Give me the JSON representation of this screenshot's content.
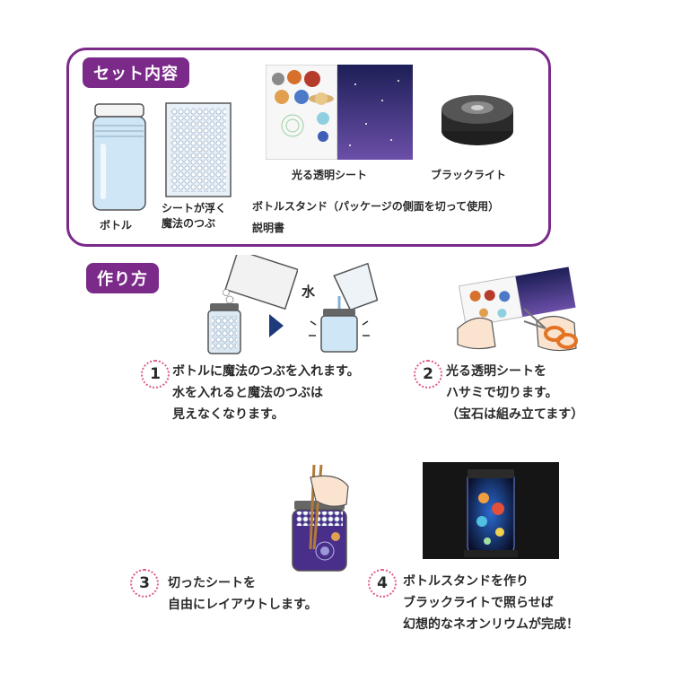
{
  "set_contents": {
    "title": "セット内容",
    "bottle": "ボトル",
    "beads_line1": "シートが浮く",
    "beads_line2": "魔法のつぶ",
    "sheet": "光る透明シート",
    "blacklight": "ブラックライト",
    "stand": "ボトルスタンド（パッケージの側面を切って使用）",
    "manual": "説明書"
  },
  "howto": {
    "title": "作り方",
    "water": "水",
    "steps": [
      {
        "num": "1",
        "lines": [
          "ボトルに魔法のつぶを入れます。",
          "水を入れると魔法のつぶは",
          "見えなくなります。"
        ]
      },
      {
        "num": "2",
        "lines": [
          "光る透明シートを",
          "ハサミで切ります。",
          "（宝石は組み立てます）"
        ]
      },
      {
        "num": "3",
        "lines": [
          "切ったシートを",
          "自由にレイアウトします。"
        ]
      },
      {
        "num": "4",
        "lines": [
          "ボトルスタンドを作り",
          "ブラックライトで照らせば",
          "幻想的なネオンリウムが完成！"
        ]
      }
    ]
  },
  "colors": {
    "accent": "#7b2a8a",
    "step_ring": "#e05a8a",
    "arrow": "#1f3a7a"
  }
}
